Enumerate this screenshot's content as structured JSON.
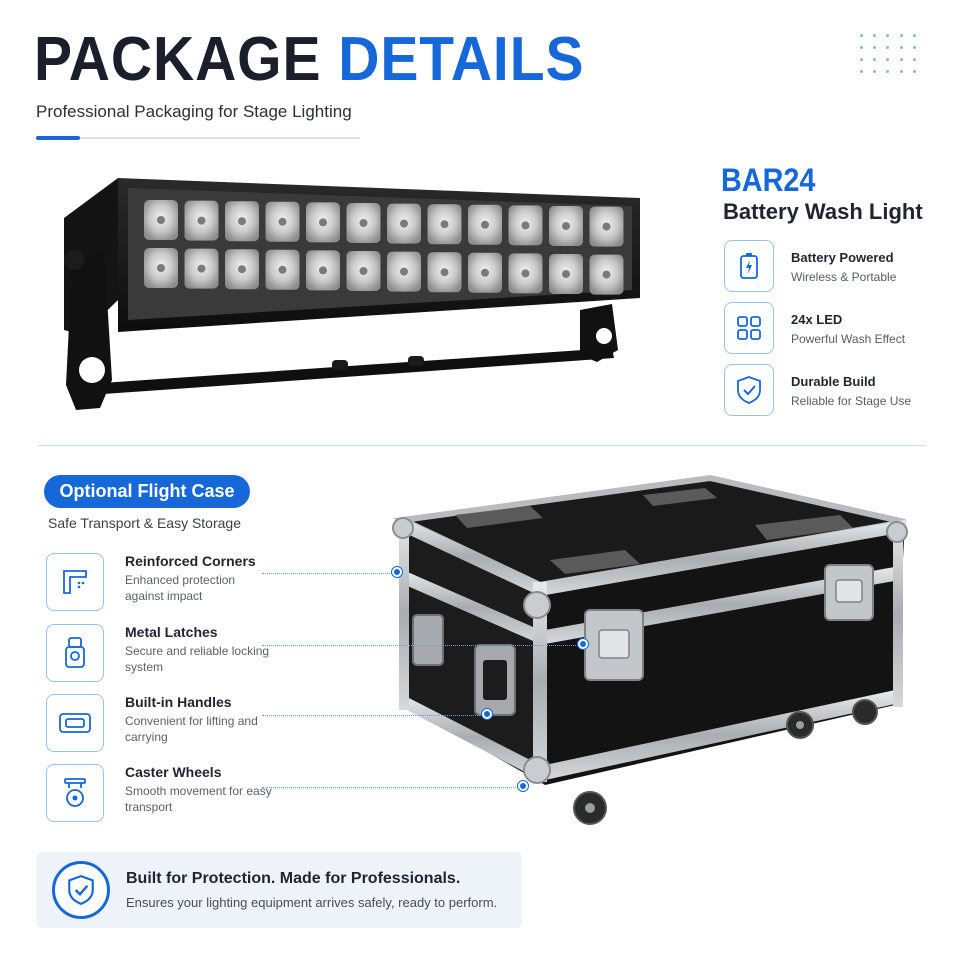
{
  "header": {
    "title_part1": "PACKAGE",
    "title_part2": "DETAILS",
    "subtitle": "Professional Packaging for Stage Lighting"
  },
  "product": {
    "name": "BAR24",
    "description": "Battery Wash Light",
    "features": [
      {
        "icon": "battery-icon",
        "title": "Battery Powered",
        "subtitle": "Wireless & Portable"
      },
      {
        "icon": "grid-icon",
        "title": "24x LED",
        "subtitle": "Powerful Wash Effect"
      },
      {
        "icon": "shield-check-icon",
        "title": "Durable Build",
        "subtitle": "Reliable for Stage Use"
      }
    ]
  },
  "flight_case": {
    "heading": "Optional Flight Case",
    "subheading": "Safe Transport & Easy Storage",
    "features": [
      {
        "icon": "corner-icon",
        "title": "Reinforced Corners",
        "subtitle": "Enhanced protection against impact"
      },
      {
        "icon": "latch-icon",
        "title": "Metal Latches",
        "subtitle": "Secure and reliable locking system"
      },
      {
        "icon": "handle-icon",
        "title": "Built-in Handles",
        "subtitle": "Convenient for lifting and carrying"
      },
      {
        "icon": "caster-wheel-icon",
        "title": "Caster Wheels",
        "subtitle": "Smooth movement for easy transport"
      }
    ]
  },
  "footer": {
    "title": "Built for  Protection. Made for Professionals.",
    "subtitle": "Ensures your lighting equipment arrives safely, ready to perform."
  },
  "colors": {
    "accent": "#1668d9",
    "dark": "#1a1f2b",
    "panel": "#eef3fa"
  }
}
